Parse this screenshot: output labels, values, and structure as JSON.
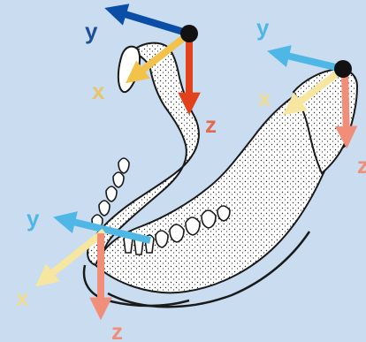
{
  "colors": {
    "background": "#c9dcf0",
    "bone_fill": "#ffffff",
    "bone_stroke": "#1a1a1a",
    "y_dark_blue": "#0a4ea8",
    "y_light_blue": "#4fb7e6",
    "x_yellow": "#f2c24a",
    "x_light_yellow": "#f7e6a0",
    "z_red": "#e1411b",
    "z_salmon": "#f08e7a",
    "pivot": "#111111"
  },
  "icons": [
    "mandible-drawing",
    "coordinate-axes-arrows",
    "pivot-dot"
  ],
  "frames": {
    "left_condyle": {
      "y_label": "y",
      "x_label": "x",
      "z_label": "z"
    },
    "right_condyle": {
      "y_label": "y",
      "x_label": "x",
      "z_label": "z"
    },
    "incisor_point": {
      "y_label": "y",
      "x_label": "x",
      "z_label": "z"
    }
  }
}
